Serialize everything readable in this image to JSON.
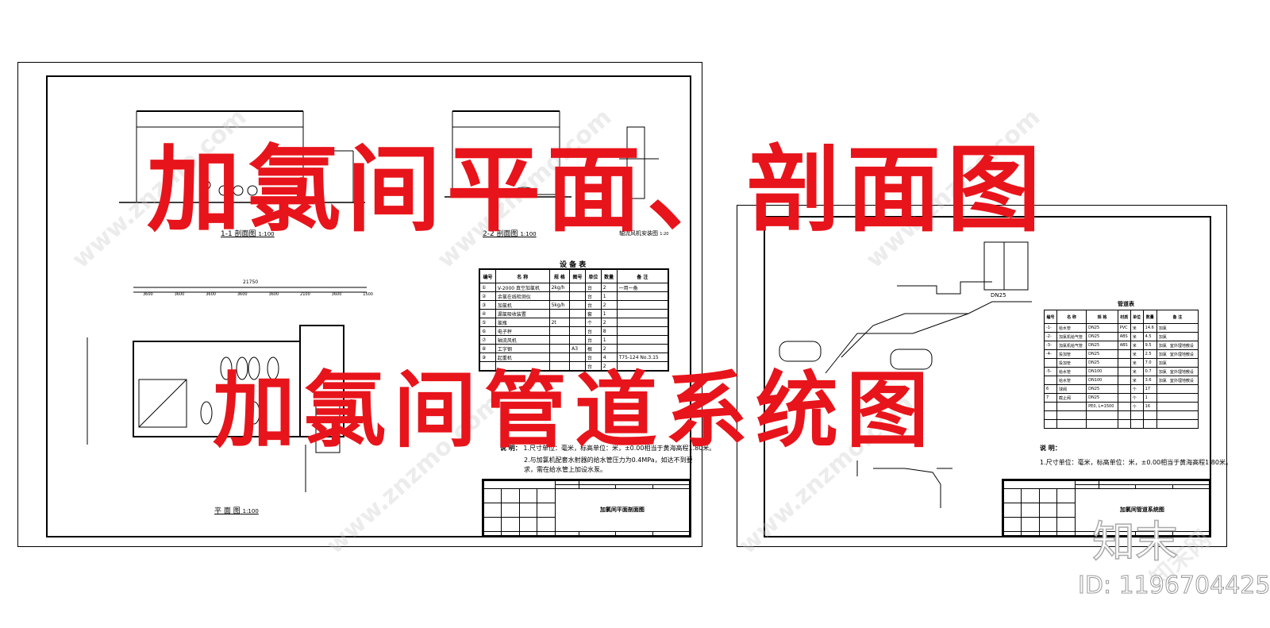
{
  "overlay": {
    "title_1": "加氯间平面、剖面图",
    "title_2": "加氯间管道系统图"
  },
  "watermark": {
    "site": "www.znzmo.com",
    "brand": "知末网",
    "logo": "知末",
    "id": "ID: 1196704425"
  },
  "left_sheet": {
    "section_1": {
      "label": "1-1 剖面图",
      "scale": "1:100"
    },
    "section_2": {
      "label": "2-2 剖面图",
      "scale": "1:100"
    },
    "detail": {
      "label": "轴流风机安装图",
      "scale": "1:20"
    },
    "plan": {
      "label": "平 面 图",
      "scale": "1:100"
    },
    "plan_total_dim": "21750",
    "plan_dims": [
      "3600",
      "3600",
      "3600",
      "3600",
      "3600",
      "2100",
      "3600",
      "1500"
    ],
    "equipment_table": {
      "title": "设 备 表",
      "headers": [
        "编号",
        "名 称",
        "规 格",
        "图号",
        "单位",
        "数量",
        "备 注"
      ],
      "rows": [
        [
          "①",
          "V-2000 真空加氯机",
          "2kg/h",
          "",
          "台",
          "2",
          "一用一备"
        ],
        [
          "②",
          "余氯在线检测仪",
          "",
          "",
          "台",
          "1",
          ""
        ],
        [
          "③",
          "加氯机",
          "5kg/h",
          "",
          "台",
          "2",
          ""
        ],
        [
          "④",
          "漏氯吸收装置",
          "",
          "",
          "套",
          "1",
          ""
        ],
        [
          "⑤",
          "氯瓶",
          "2t",
          "",
          "个",
          "2",
          ""
        ],
        [
          "⑥",
          "电子秤",
          "",
          "",
          "台",
          "8",
          ""
        ],
        [
          "⑦",
          "轴流风机",
          "",
          "",
          "台",
          "1",
          ""
        ],
        [
          "⑧",
          "工字钢",
          "",
          "A3",
          "根",
          "2",
          ""
        ],
        [
          "⑨",
          "起重机",
          "",
          "",
          "台",
          "4",
          "T75-124  No.3.15"
        ],
        [
          "",
          "",
          "",
          "",
          "台",
          "2",
          ""
        ]
      ]
    },
    "notes": {
      "label": "说 明：",
      "items": [
        "1.尺寸单位：毫米，标高单位：米，±0.00相当于黄海高程1.80米。",
        "2.与加氯机配套水射器的给水管压力为0.4MPa，如达不到要求，需在给水管上加设水泵。"
      ]
    },
    "title_block": {
      "drawing_name": "加氯间平面剖面图"
    }
  },
  "right_sheet": {
    "pipe_label": "DN25",
    "pipe_table": {
      "title": "管道表",
      "headers": [
        "编号",
        "名 称",
        "规 格",
        "材质",
        "单位",
        "数量",
        "备 注"
      ],
      "rows": [
        [
          "-1-",
          "给水管",
          "DN25",
          "PVC",
          "米",
          "14.6",
          "加氯"
        ],
        [
          "-2-",
          "加氯机给气管",
          "DN25",
          "ABS",
          "米",
          "4.5",
          "加氯"
        ],
        [
          "-3-",
          "加氯机给气管",
          "DN25",
          "ABS",
          "米",
          "9.5",
          "加氯",
          "室外埋地敷设"
        ],
        [
          "-4-",
          "投加管",
          "DN25",
          "",
          "米",
          "2.5",
          "加氯",
          "室外埋地敷设"
        ],
        [
          "",
          "投加管",
          "DN25",
          "",
          "米",
          "7.0",
          "加氯"
        ],
        [
          "-5-",
          "给水管",
          "DN100",
          "",
          "米",
          "0.7",
          "加氯",
          "室外埋地敷设"
        ],
        [
          "",
          "给水管",
          "DN100",
          "",
          "米",
          "3.6",
          "加氯",
          "室外埋地敷设"
        ],
        [
          "6",
          "球阀",
          "DN25",
          "",
          "个",
          "17",
          ""
        ],
        [
          "7",
          "截止阀",
          "DN25",
          "",
          "个",
          "1",
          ""
        ],
        [
          "",
          "",
          "PE0, L=1500",
          "",
          "个",
          "16",
          ""
        ],
        [
          "",
          "",
          "",
          "",
          "",
          "",
          ""
        ],
        [
          "",
          "",
          "",
          "",
          "",
          "",
          ""
        ]
      ]
    },
    "notes": {
      "label": "说 明：",
      "items": [
        "1.尺寸单位：毫米，标高单位：米，±0.00相当于黄海高程1.80米。"
      ]
    },
    "title_block": {
      "drawing_name": "加氯间管道系统图"
    }
  }
}
